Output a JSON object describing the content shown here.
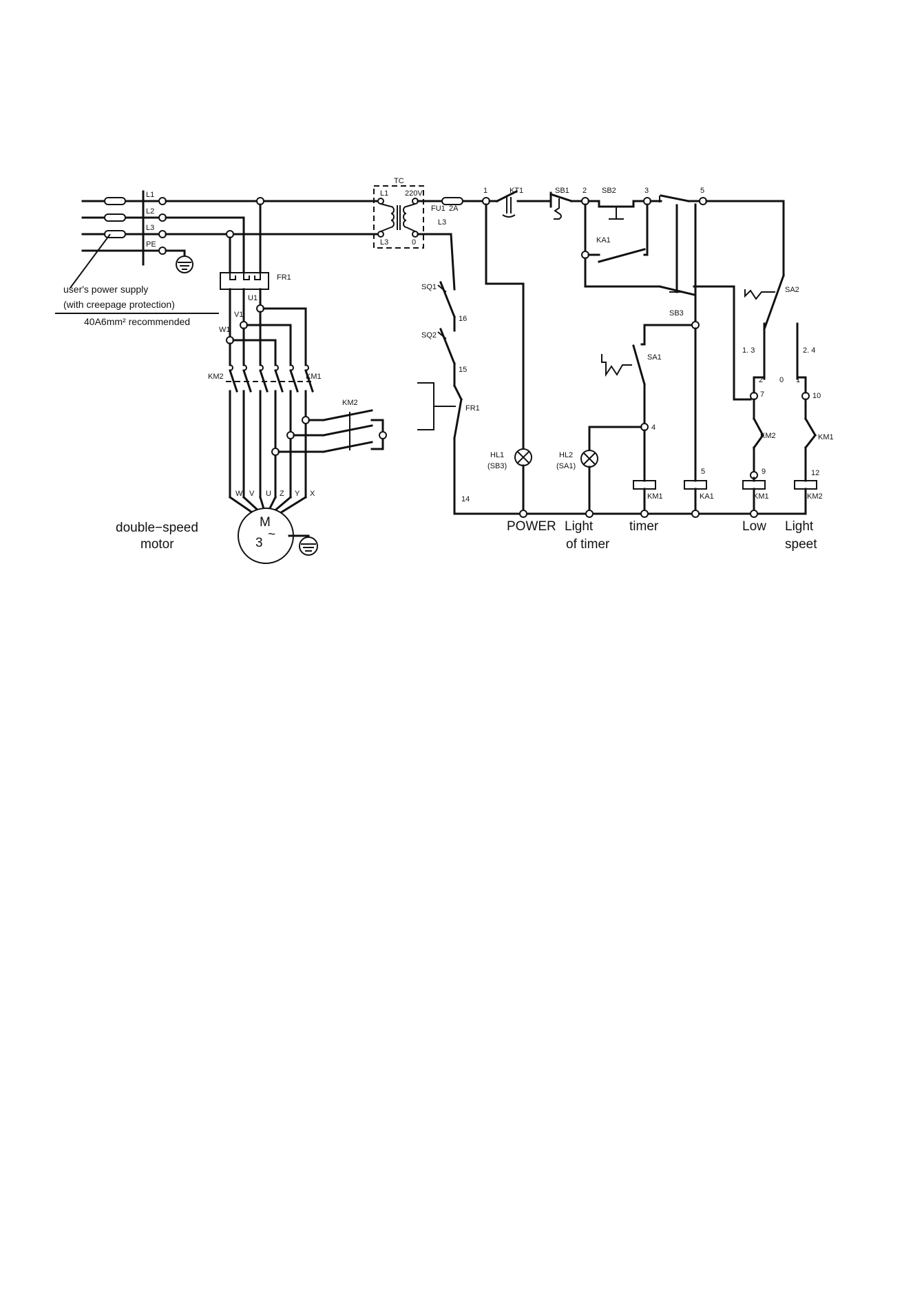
{
  "supply": {
    "line_labels": [
      "L1",
      "L2",
      "L3",
      "PE"
    ],
    "note_line1": "user's power supply",
    "note_line2": "(with creepage protection)",
    "note_line3": "40A6mm² recommended"
  },
  "power_circuit": {
    "overload_relay": "FR1",
    "terminals": [
      "U1",
      "V1",
      "W1"
    ],
    "contactor_left": "KM2",
    "contactor_right": "KM1",
    "star_contactor": "KM2",
    "motor_terminals": [
      "W",
      "V",
      "U",
      "Z",
      "Y",
      "X"
    ],
    "motor_symbol": "M",
    "motor_phase": "3",
    "motor_phase_tilde": "~",
    "motor_caption_line1": "double−speed",
    "motor_caption_line2": "motor"
  },
  "transformer": {
    "name": "TC",
    "in_top": "L1",
    "in_bottom": "L3",
    "out_top": "220V",
    "out_bottom": "0"
  },
  "control_circuit": {
    "fuse": "FU1",
    "fuse_rating": "2A",
    "return_line": "L3",
    "limit_switches": [
      "SQ1",
      "SQ2"
    ],
    "overload_contact": "FR1",
    "wire_numbers": {
      "n1": "1",
      "n2": "2",
      "n3": "3",
      "n4": "4",
      "n5": "5",
      "n5b": "5",
      "n7": "7",
      "n9": "9",
      "n10": "10",
      "n12": "12",
      "n14": "14",
      "n15": "15",
      "n16": "16"
    },
    "timer_contact": "KT1",
    "stop_button": "SB1",
    "start_button": "SB2",
    "aux_contact": "KA1",
    "stop_button_2": "SB3",
    "selector_1": "SA1",
    "selector_2": "SA2",
    "selector_2_positions": {
      "left": "1. 3",
      "right": "2. 4",
      "p2": "2",
      "p0": "0",
      "p1": "1"
    },
    "interlock_1": "KM2",
    "interlock_2": "KM1",
    "lamp_1": {
      "name": "HL1",
      "sub": "(SB3)"
    },
    "lamp_2": {
      "name": "HL2",
      "sub": "(SA1)"
    },
    "coils": [
      "KM1",
      "KA1",
      "KM1",
      "KM2"
    ]
  },
  "branch_labels": {
    "power": "POWER",
    "light_of_timer_1": "Light",
    "light_of_timer_2": "of  timer",
    "timer": "timer",
    "low": "Low",
    "light_speet_1": "Light",
    "light_speet_2": "speet"
  }
}
